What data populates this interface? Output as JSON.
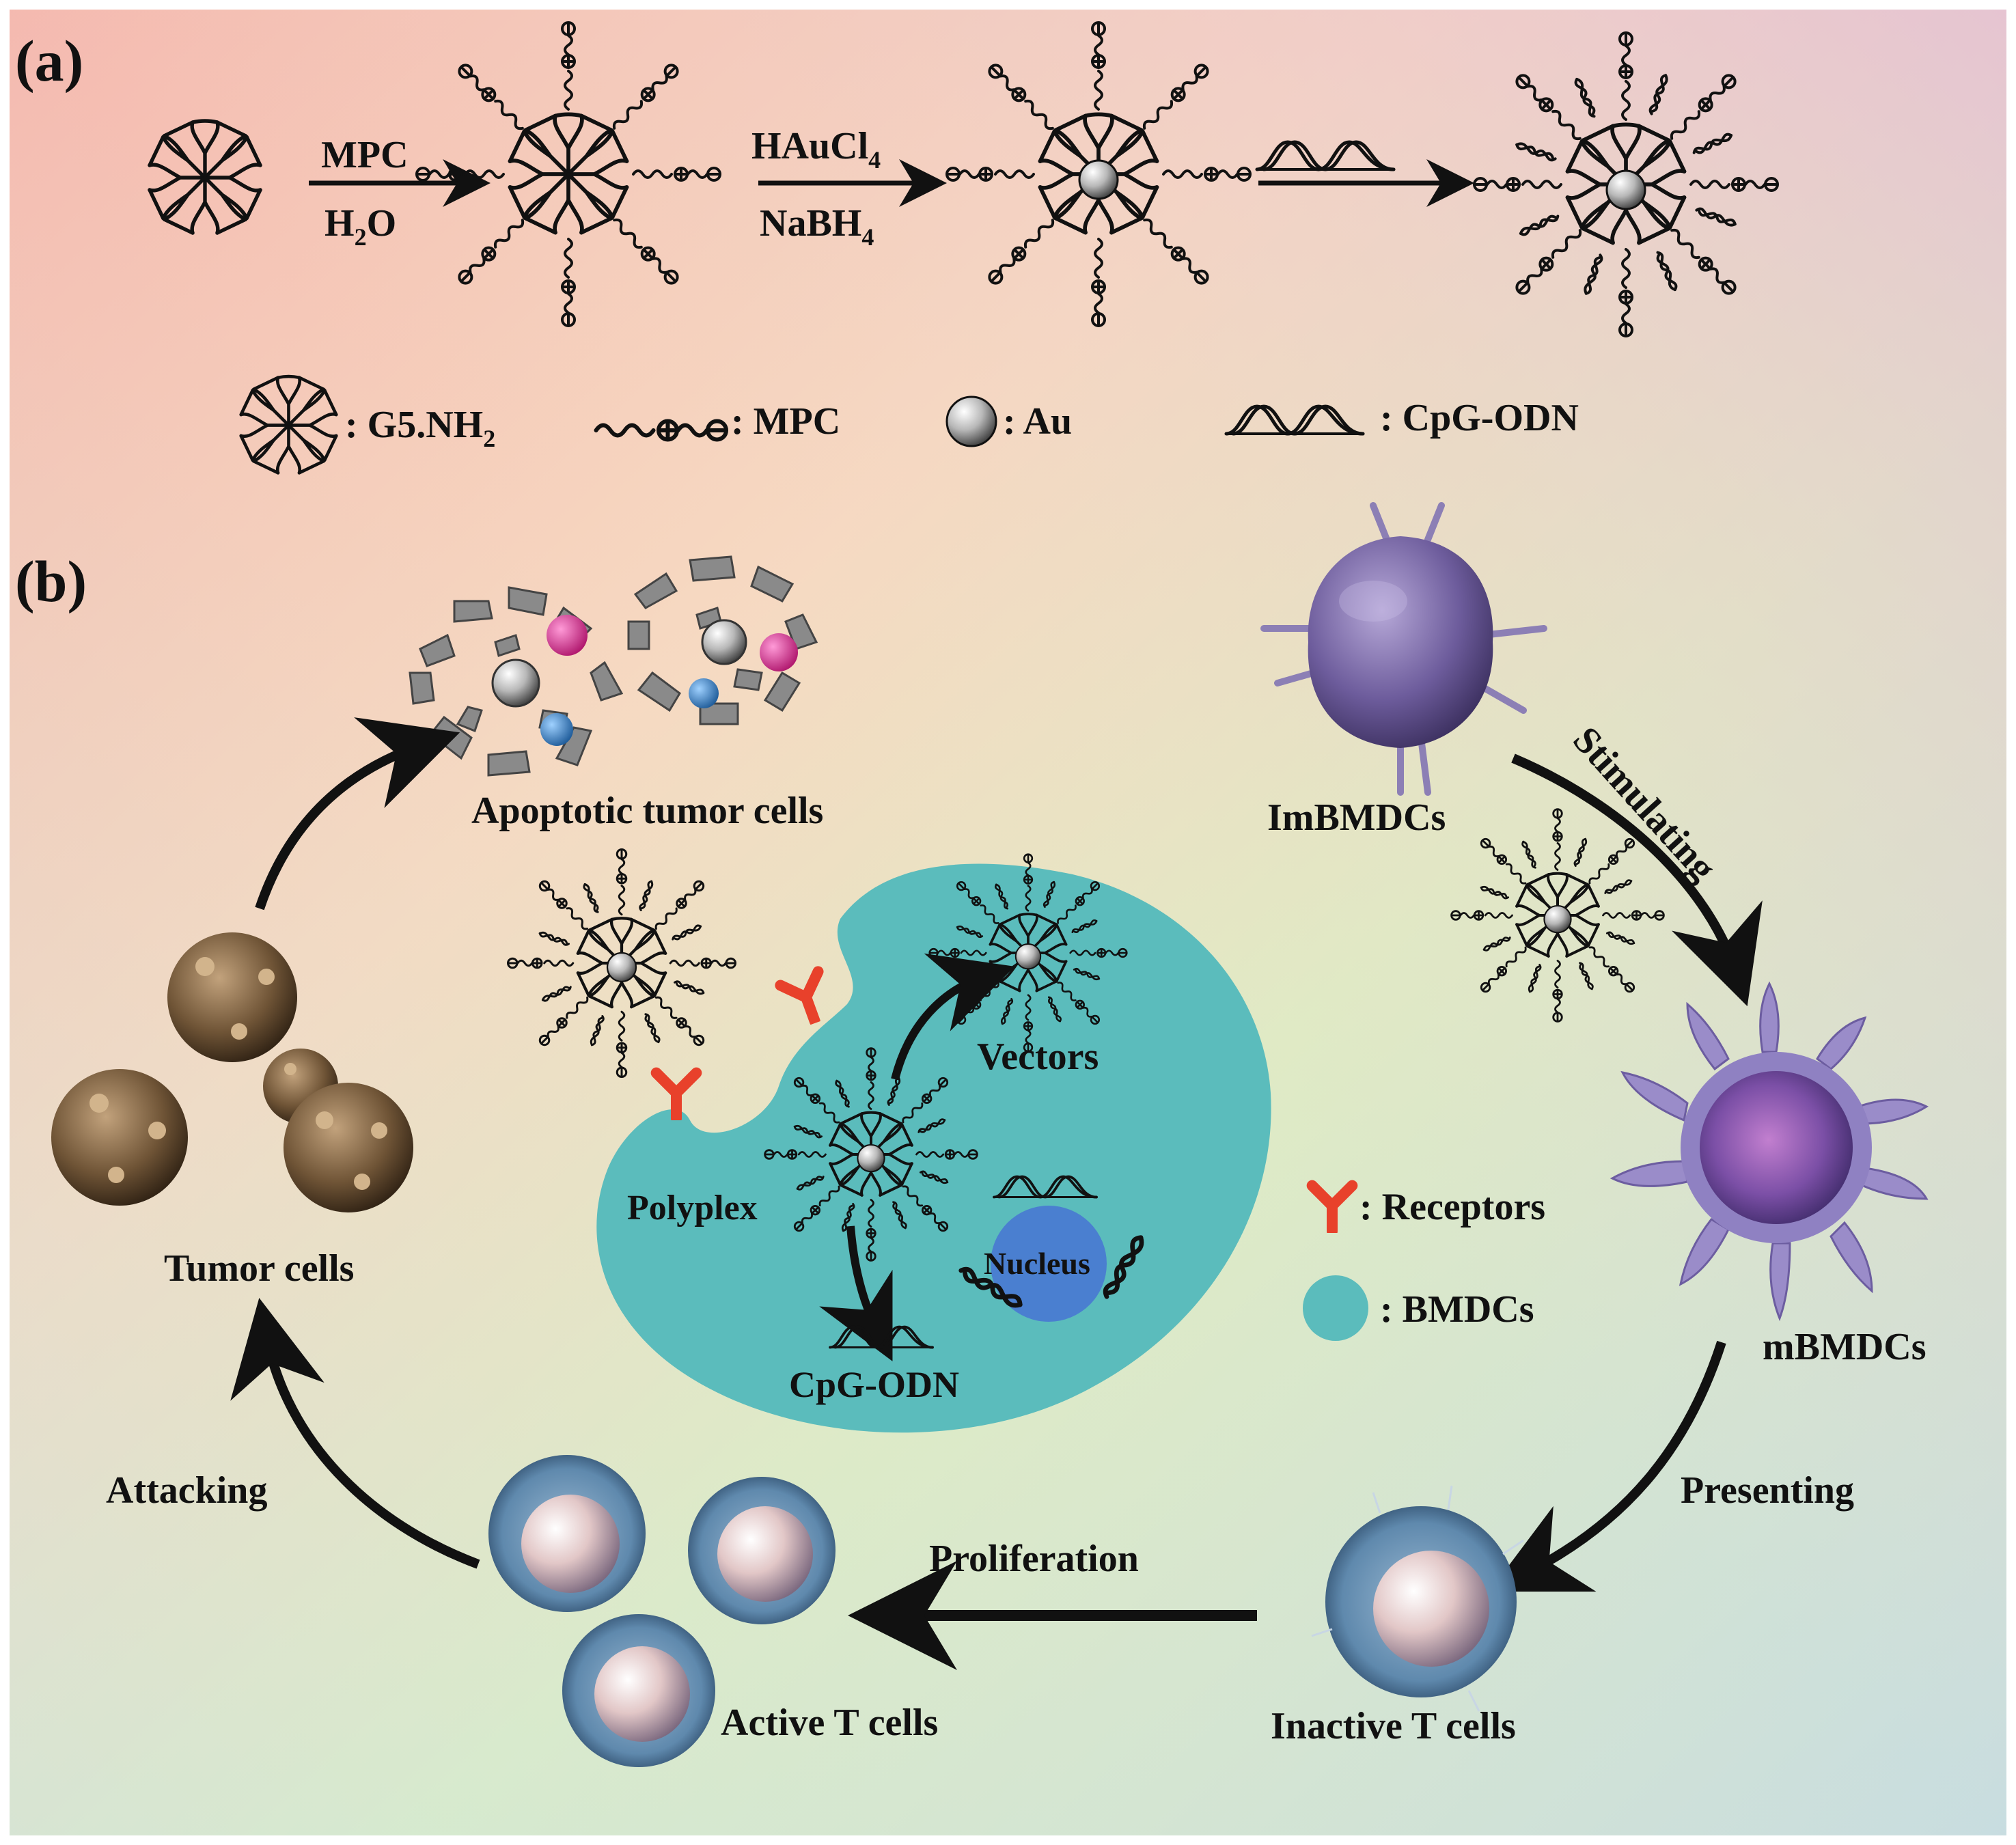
{
  "panel_a": {
    "label": "(a)",
    "step1": {
      "top": "MPC",
      "bottom_main": "H",
      "bottom_sub": "2",
      "bottom_tail": "O"
    },
    "step2": {
      "top_main": "HAuCl",
      "top_sub": "4",
      "bottom_main": "NaBH",
      "bottom_sub": "4"
    },
    "legend": {
      "g5": {
        "text_main": ": G5.NH",
        "text_sub": "2"
      },
      "mpc": {
        "text": ": MPC"
      },
      "au": {
        "text": ": Au"
      },
      "cpg": {
        "text": ": CpG-ODN"
      }
    }
  },
  "panel_b": {
    "label": "(b)",
    "apoptotic": "Apoptotic tumor cells",
    "imbmdcs": "ImBMDCs",
    "stimulating": "Stimulating",
    "mbmdcs": "mBMDCs",
    "presenting": "Presenting",
    "inactive_t": "Inactive T cells",
    "proliferation": "Proliferation",
    "active_t": "Active T cells",
    "attacking": "Attacking",
    "tumor_cells": "Tumor cells",
    "vectors": "Vectors",
    "polyplex": "Polyplex",
    "nucleus": "Nucleus",
    "cpg_odn": "CpG-ODN",
    "legend_receptors": ": Receptors",
    "legend_bmdcs": ": BMDCs"
  },
  "colors": {
    "bmdc_fill": "#5bbcbc",
    "nucleus_fill": "#4a7fd0",
    "receptor": "#e8412b",
    "dc_purple": "#7a6aa8",
    "t_cell_blue": "#6f93b5",
    "tumor_brown": "#6b5640"
  }
}
